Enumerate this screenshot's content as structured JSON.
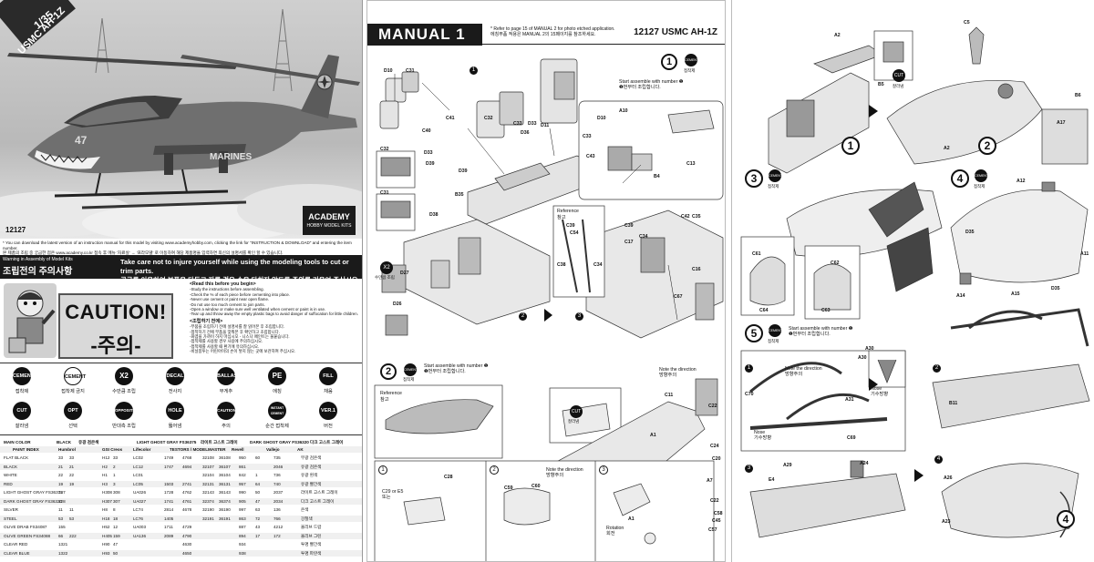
{
  "cover": {
    "scale": "1/35",
    "model": "USMC AH-1Z",
    "marines_text": "MARINES",
    "brand": "ACADEMY",
    "brand_sub": "HOBBY MODEL KITS",
    "kit_number": "12127"
  },
  "download_note": "* You can download the latest version of an instruction manual for this model by visiting www.academyhobby.com, clicking the link for \"INSTRUCTION & DOWNLOAD\" and entering the item number.",
  "download_note_kr": "본 제품의 조립 중 궁금한 점은 www.academy.co.kr 접속 후 메뉴 '자료실' → '프라모델' 로 이동하여 해당 제품명을 입력하면 최신의 설명서를 확인 할 수 있습니다.",
  "warning": {
    "en_small": "Warning in Assembly of Model Kits",
    "kr_title": "조립전의 주의사항",
    "text_en": "Take care not to injure yourself while using the modeling tools to cut or trim parts.",
    "text_kr": "공구를 이용하여 부품을 다듬고 자를 경우 손을 다치지 않도록 주의를 기울여 주십시오"
  },
  "caution": {
    "title": "CAUTION!",
    "title_kr": "-주의-",
    "read_title": "<Read this before you begin>",
    "read_lines": [
      "-Study the instructions before assembling.",
      "-Check the % of each piece before cementing into place.",
      "-Never use cement or paint near open flame.",
      "-Do not use too much cement to join parts.",
      "-Open a window or make sure well ventilated when cement or paint is in use.",
      "-Tear up and throw away the empty plastic bags to avoid danger of suffocation for little children."
    ],
    "kr_title": "<조립하기 전에>",
    "kr_lines": [
      "-부품을 조립하기 전에 설명서를 잘 읽어본 후 조립합니다.",
      "-접착하기 전에 부품을 맞춰본 후 확인하고 조립합니다.",
      "-화염을 가까이 하지 마십시오 - 니스나 페인트는 불붙습니다.",
      "-접착제를 사용할 경우 사용에 주의하십시오.",
      "-접착제를 사용할 때 환기에 유의하십시오.",
      "-비닐봉투는 어린아이의 손이 닿지 않는 곳에 보관하여 주십시오."
    ]
  },
  "icons": [
    {
      "code": "CEMENT",
      "label": "접착제"
    },
    {
      "code": "CEMENT",
      "label": "접착제 금지"
    },
    {
      "code": "X2",
      "label": "수만큼 조립"
    },
    {
      "code": "DECAL",
      "label": "전사지"
    },
    {
      "code": "BALLAST",
      "label": "무게추"
    },
    {
      "code": "PE",
      "label": "에칭"
    },
    {
      "code": "FILL",
      "label": "채움"
    },
    {
      "code": "CUT",
      "label": "잘라냄"
    },
    {
      "code": "OPT",
      "label": "선택"
    },
    {
      "code": "OPPOSITE",
      "label": "반대측 조립"
    },
    {
      "code": "HOLE",
      "label": "뚫어냄"
    },
    {
      "code": "CAUTION",
      "label": "주의"
    },
    {
      "code": "INSTANT CEMENT",
      "label": "순간 접착제"
    },
    {
      "code": "VER.1",
      "label": "버전"
    }
  ],
  "paint": {
    "main_color": "MAIN COLOR",
    "legend": [
      "BLACK",
      "유광 검은색",
      "LIGHT GHOST GRAY FS36375",
      "라이트 고스트 그레이",
      "DARK GHOST GRAY FS36320",
      "다크 고스트 그레이"
    ],
    "headers": [
      "PAINT INDEX",
      "Humbrol",
      "GSI Creos",
      "Lifecolor",
      "TESTORS / MODELMASTER",
      "Revell",
      "Vallejo",
      "AK"
    ],
    "rows": [
      [
        "FLAT BLACK",
        "33",
        "33",
        "H12",
        "33",
        "LC02",
        "1749",
        "4768",
        "32108",
        "36108",
        "950",
        "60",
        "735",
        "무광 검은색"
      ],
      [
        "BLACK",
        "21",
        "21",
        "H2",
        "2",
        "LC12",
        "1747",
        "4694",
        "32107",
        "36107",
        "861",
        "",
        "2046",
        "유광 검은색"
      ],
      [
        "WHITE",
        "22",
        "22",
        "H1",
        "1",
        "LC01",
        "",
        "",
        "32104",
        "36104",
        "842",
        "1",
        "736",
        "유광 흰색"
      ],
      [
        "RED",
        "19",
        "19",
        "H3",
        "3",
        "LC05",
        "1503",
        "2741",
        "32131",
        "36131",
        "957",
        "64",
        "740",
        "유광 빨간색"
      ],
      [
        "LIGHT GHOST GRAY FS36375",
        "127",
        "",
        "H308",
        "308",
        "UA026",
        "1728",
        "4762",
        "32143",
        "36143",
        "990",
        "50",
        "2037",
        "라이트 고스트 그레이"
      ],
      [
        "DARK GHOST GRAY FS36320",
        "128",
        "",
        "H307",
        "307",
        "UA027",
        "1741",
        "4761",
        "32374",
        "36374",
        "905",
        "47",
        "2034",
        "다크 고스트 그레이"
      ],
      [
        "SILVER",
        "11",
        "11",
        "H8",
        "8",
        "LC74",
        "2814",
        "4678",
        "32190",
        "36190",
        "997",
        "63",
        "136",
        "은색"
      ],
      [
        "STEEL",
        "53",
        "53",
        "H18",
        "18",
        "LC76",
        "1405",
        "",
        "32191",
        "36191",
        "863",
        "72",
        "766",
        "강철색"
      ],
      [
        "OLIVE DRAB FS34087",
        "155",
        "",
        "H52",
        "12",
        "UA003",
        "1711",
        "4729",
        "",
        "",
        "887",
        "43",
        "4212",
        "올리브 드랍"
      ],
      [
        "OLIVE GREEN FS34088",
        "66",
        "222",
        "H405",
        "159",
        "UA136",
        "2089",
        "4790",
        "",
        "",
        "894",
        "17",
        "172",
        "올리브 그린"
      ],
      [
        "CLEAR RED",
        "1321",
        "",
        "H90",
        "47",
        "",
        "",
        "4630",
        "",
        "",
        "934",
        "",
        "",
        "투명 빨간색"
      ],
      [
        "CLEAR BLUE",
        "1322",
        "",
        "H93",
        "50",
        "",
        "",
        "4650",
        "",
        "",
        "938",
        "",
        "",
        "투명 파란색"
      ]
    ]
  },
  "page2": {
    "title": "MANUAL 1",
    "note_en": "* Refer to page 15 of MANUAL 2 for photo etched application.",
    "note_kr": "에칭부품 적용은 MANUAL 2의 15페이지를 참조하세요.",
    "kit": "12127 USMC AH-1Z",
    "step1": "1",
    "step2": "2",
    "cement": "CEMENT",
    "cement_kr": "접착제",
    "start1_en": "Start assemble with number ❶",
    "start1_kr": "❶번부터 조립합니다.",
    "start2_en": "Start assemble with number ❶",
    "start2_kr": "❶번부터 조립합니다.",
    "x2": "X2",
    "x2_kr": "수만큼 조립",
    "reference": "Reference",
    "reference_kr": "참고",
    "note_dir": "Note the direction",
    "note_dir_kr": "방향주의",
    "c29_or_e5": "C29 or E5",
    "ddo": "또는",
    "rotation": "Rotation",
    "rotation_kr": "회전",
    "cut_kr": "잘라냄",
    "parts": [
      "D10",
      "C31",
      "C41",
      "C40",
      "C32",
      "C33",
      "D11",
      "D36",
      "D33",
      "D39",
      "B35",
      "C54",
      "C32",
      "D33",
      "D39",
      "C31",
      "D38",
      "A10",
      "D10",
      "C33",
      "C43",
      "B4",
      "C13",
      "D27",
      "D26",
      "C42",
      "C39",
      "C34",
      "C17",
      "C16",
      "C67",
      "C35",
      "C39",
      "C38",
      "C34",
      "A1",
      "C11",
      "C22",
      "C24",
      "A7",
      "C22",
      "C45",
      "C28",
      "C59",
      "C60",
      "C20",
      "C57",
      "C58",
      "A1"
    ]
  },
  "page3": {
    "step3": "3",
    "step4": "4",
    "step5": "5",
    "cement": "CEMENT",
    "cement_kr": "접착제",
    "note_dir": "Note the direction",
    "note_dir_kr": "방향주의",
    "nose": "Nose",
    "nose_kr": "기수방향",
    "start5_en": "Start assemble with number ❶",
    "start5_kr": "❶번부터 조립합니다.",
    "cut_kr": "잘라냄",
    "parts": [
      "A2",
      "B5",
      "C5",
      "B6",
      "A2",
      "A17",
      "A12",
      "C61",
      "C64",
      "C62",
      "C63",
      "D35",
      "A14",
      "A15",
      "D35",
      "A11",
      "A30",
      "A31",
      "C70",
      "C69",
      "A30",
      "B11",
      "A29",
      "E4",
      "A24",
      "A26",
      "A23"
    ]
  }
}
